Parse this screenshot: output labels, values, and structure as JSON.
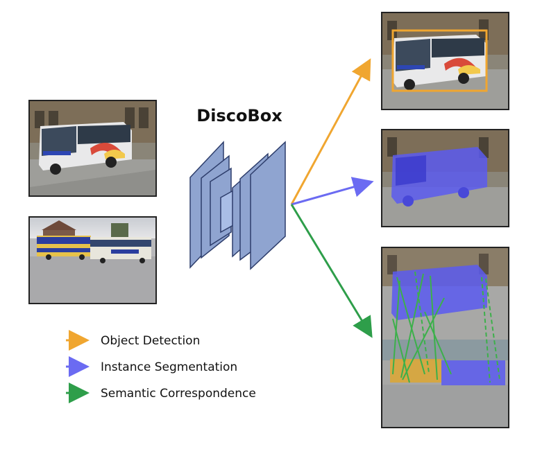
{
  "title": "DiscoBox",
  "legend": [
    {
      "label": "Object Detection",
      "color": "#f0a630"
    },
    {
      "label": "Instance Segmentation",
      "color": "#6b6bf2"
    },
    {
      "label": "Semantic Correspondence",
      "color": "#2e9e4a"
    }
  ],
  "colors": {
    "network_block": "#8fa4d0",
    "detection_box": "#f0a630",
    "segmentation_mask": "#5a5af0",
    "correspondence_line": "#3cb04a"
  },
  "icons": [
    "bus-photo",
    "bus-pair-photo",
    "network-icon"
  ]
}
